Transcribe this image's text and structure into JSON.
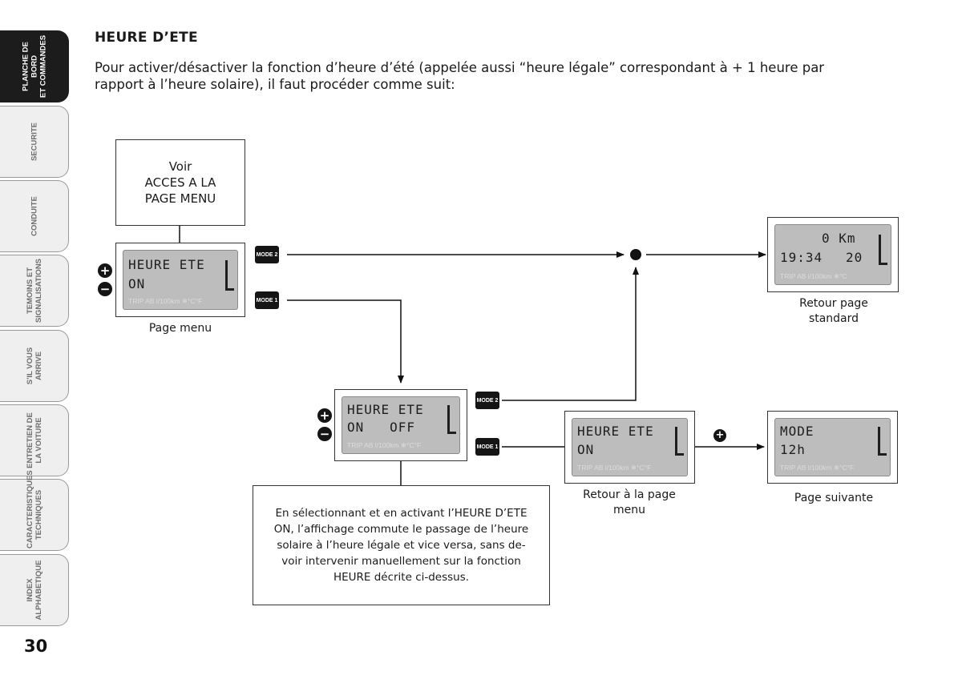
{
  "sidebar": {
    "tabs": [
      {
        "label": "PLANCHE DE BORD\nET COMMANDES",
        "active": true
      },
      {
        "label": "SECURITE",
        "active": false
      },
      {
        "label": "CONDUITE",
        "active": false
      },
      {
        "label": "TEMOINS ET\nSIGNALISATIONS",
        "active": false
      },
      {
        "label": "S'IL VOUS\nARRIVE",
        "active": false
      },
      {
        "label": "ENTRETIEN DE\nLA VOITURE",
        "active": false
      },
      {
        "label": "CARACTERISTIQUES\nTECHNIQUES",
        "active": false
      },
      {
        "label": "INDEX\nALPHABETIQUE",
        "active": false
      }
    ],
    "page_number": "30"
  },
  "heading": "HEURE D’ETE",
  "intro": "Pour activer/désactiver la fonction d’heure d’été (appelée aussi “heure légale” correspondant à + 1 heure par rapport à l’heure solaire), il faut procéder comme suit:",
  "diagram": {
    "voir_box": {
      "line1": "Voir",
      "line2": "ACCES A LA",
      "line3": "PAGE MENU"
    },
    "buttons": {
      "mode1": "MODE 1",
      "mode2": "MODE 2",
      "plus": "+",
      "minus": "−"
    },
    "display_menu": {
      "line1_text": "HEURE ETE",
      "line1_pad": "",
      "line2_text": "ON",
      "line2_pad": "",
      "sub": "TRIP AB l/100km  ❄°C°F",
      "caption": "Page menu"
    },
    "display_select": {
      "line1_text": "HEURE ETE",
      "line2_text": "ON   OFF",
      "sub": "TRIP AB l/100km  ❄°C°F"
    },
    "display_standard": {
      "line1_text": "0 Km",
      "line2_left": "19:34",
      "line2_right": "20",
      "sub": "TRIP AB l/100km  ❄°C",
      "caption": "Retour page standard"
    },
    "display_return": {
      "line1_text": "HEURE ETE",
      "line2_text": "ON",
      "sub": "TRIP AB l/100km  ❄°C°F",
      "caption": "Retour à la page menu"
    },
    "display_next": {
      "line1_text": "MODE",
      "line2_text": "12h",
      "sub": "TRIP AB l/100km  ❄°C°F",
      "caption": "Page suivante"
    },
    "note": "En sélectionnant et en activant l’HEURE D’ETE ON, l’affichage commute le passage de l’heure solaire à l’heure légale et vice versa, sans de-voir intervenir manuellement sur la fonction HEURE décrite ci-dessus."
  }
}
